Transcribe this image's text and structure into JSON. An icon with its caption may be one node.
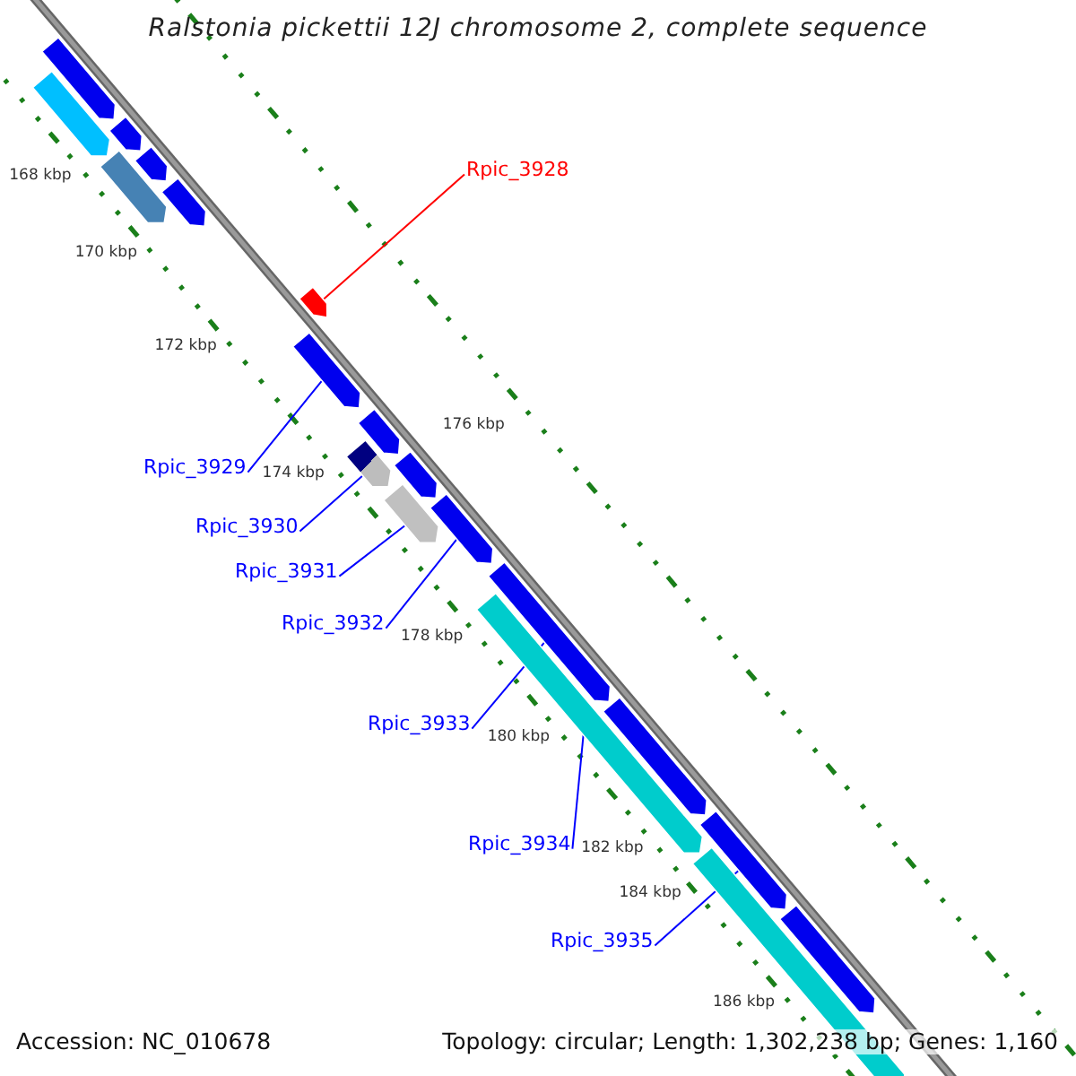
{
  "diagram": {
    "title": "Ralstonia pickettii 12J chromosome 2, complete sequence",
    "nodes": [
      {
        "text": [
          "Rpic_3928"
        ]
      },
      {
        "text": [
          "Rpic_3929"
        ]
      },
      {
        "text": [
          "Rpic_3930"
        ]
      },
      {
        "text": [
          "Rpic_3931"
        ]
      },
      {
        "text": [
          "Rpic_3932"
        ]
      },
      {
        "text": [
          "Rpic_3933"
        ]
      },
      {
        "text": [
          "Rpic_3934"
        ]
      },
      {
        "text": [
          "Rpic_3935"
        ]
      },
      {
        "text": [],
        "shape": "arrow"
      },
      {
        "text": [],
        "shape": "arrow"
      },
      {
        "text": [],
        "shape": "arrow"
      },
      {
        "text": [],
        "shape": "arrow"
      },
      {
        "text": [],
        "shape": "arrow"
      },
      {
        "text": [],
        "shape": "arrow"
      },
      {
        "text": [],
        "shape": "arrow"
      },
      {
        "text": [],
        "shape": "arrow"
      },
      {
        "text": [],
        "shape": "arrow"
      },
      {
        "text": [],
        "shape": "arrow"
      },
      {
        "text": [],
        "shape": "arrow"
      },
      {
        "text": [],
        "shape": "arrow"
      },
      {
        "text": [],
        "shape": "arrow"
      },
      {
        "text": [],
        "shape": "arrow"
      },
      {
        "text": [],
        "shape": "arrow"
      },
      {
        "text": [],
        "shape": "arrow"
      },
      {
        "text": [],
        "shape": "arrow"
      },
      {
        "text": [],
        "shape": "arrow"
      },
      {
        "text": [],
        "shape": "arrow"
      }
    ],
    "edges": [
      {
        "from": 0,
        "to": 14,
        "arrow": "none",
        "color": "#ff0000"
      },
      {
        "from": 1,
        "to": 15,
        "arrow": "none"
      },
      {
        "from": 2,
        "to": 17,
        "arrow": "none"
      },
      {
        "from": 3,
        "to": 19,
        "arrow": "none"
      },
      {
        "from": 4,
        "to": 20,
        "arrow": "none"
      },
      {
        "from": 5,
        "to": 21,
        "arrow": "none"
      },
      {
        "from": 6,
        "to": 22,
        "arrow": "none"
      },
      {
        "from": 7,
        "to": 24,
        "arrow": "none"
      }
    ],
    "labels": [
      "168 kbp",
      "170 kbp",
      "172 kbp",
      "174 kbp",
      "176 kbp",
      "178 kbp",
      "180 kbp",
      "182 kbp",
      "184 kbp",
      "186 kbp",
      "Accession: NC_010678",
      "Topology: circular; Length: 1,302,238 bp; Genes: 1,160"
    ]
  }
}
